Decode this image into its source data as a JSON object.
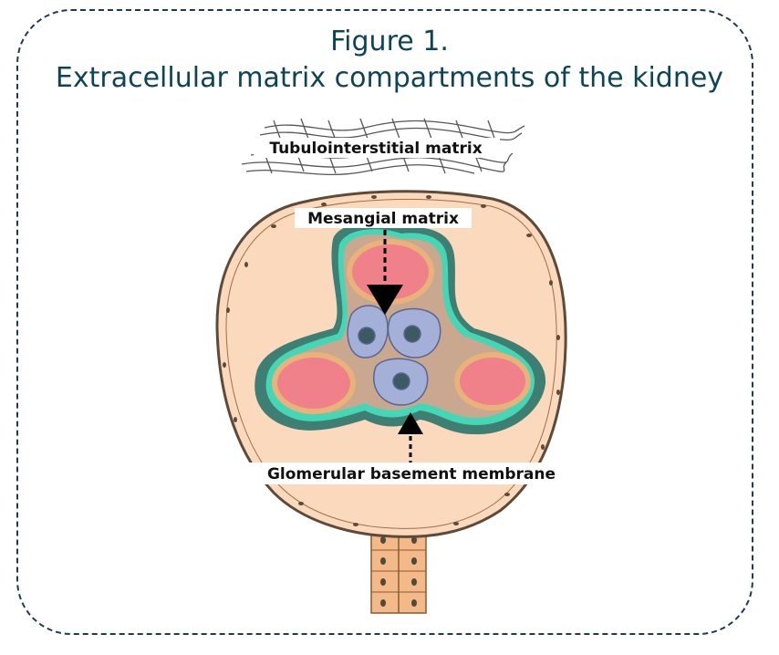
{
  "figure": {
    "title_line1": "Figure 1.",
    "title_line2": "Extracellular matrix compartments of the kidney"
  },
  "labels": {
    "tubulointerstitial": "Tubulointerstitial matrix",
    "mesangial": "Mesangial matrix",
    "gbm": "Glomerular basement membrane"
  },
  "colors": {
    "frame_border": "#1d3b4c",
    "title": "#0e4556",
    "capsule_fill": "#fbd9bd",
    "capsule_stroke": "#5e4a38",
    "podocyte": "#3f7f73",
    "basement_membrane": "#45d6b6",
    "capillary": "#f0808a",
    "mesangium": "#c9a88f",
    "mesangial_cell": "#a4b0d8",
    "tubule": "#f4b989"
  }
}
